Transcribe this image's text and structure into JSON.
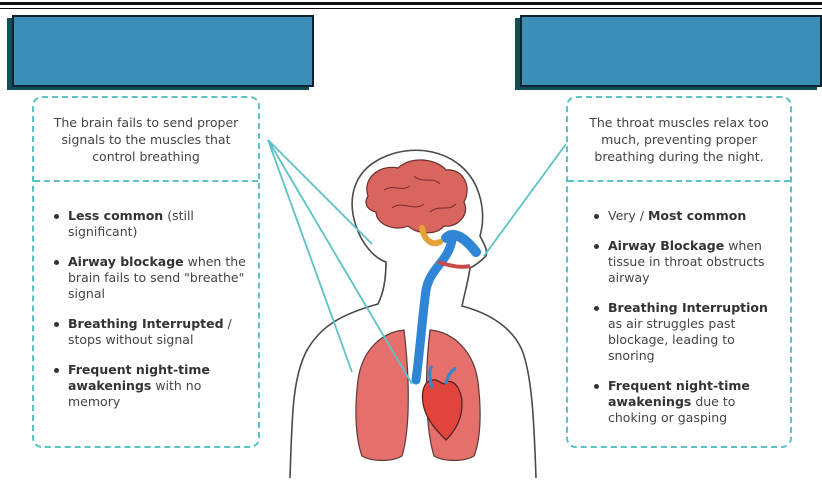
{
  "left_panel": {
    "summary": "The brain fails to send proper signals to the muscles that control breathing",
    "points": [
      {
        "bold": "Less common",
        "text": " (still significant)"
      },
      {
        "bold": "Airway blockage",
        "text": " when the brain fails to send \"breathe\" signal"
      },
      {
        "bold": "Breathing Interrupted",
        "text": " / stops without signal"
      },
      {
        "bold": "Frequent night-time awakenings",
        "text": " with no memory"
      }
    ]
  },
  "right_panel": {
    "summary": "The throat muscles relax too much, preventing proper breathing during the night.",
    "points": [
      {
        "pre": "Very / ",
        "bold": "Most common",
        "text": ""
      },
      {
        "bold": "Airway Blockage",
        "text": " when tissue in throat obstructs airway"
      },
      {
        "bold": "Breathing Interruption",
        "text": " as air struggles past blockage, leading to snoring"
      },
      {
        "bold": "Frequent night-time awakenings",
        "text": " due to choking or gasping"
      }
    ]
  },
  "colors": {
    "title_box": "#3b8fb6",
    "panel_border": "#5bc2c6",
    "brain": "#d9655f",
    "airway": "#2f86d6",
    "lungs": "#e56f6a",
    "pointer_lines": "#5bc2c6"
  }
}
